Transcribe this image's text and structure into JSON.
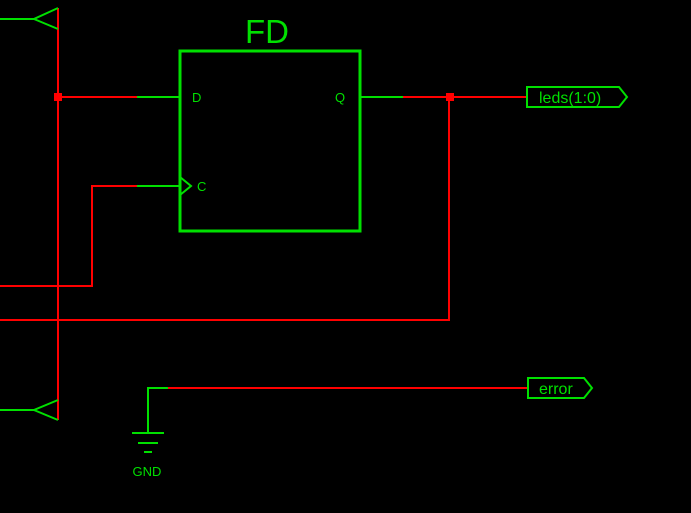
{
  "schematic": {
    "component": {
      "type": "FD",
      "pins": {
        "d": "D",
        "clock": "C",
        "q": "Q"
      }
    },
    "ports": {
      "output_leds": "leds(1:0)",
      "output_error": "error"
    },
    "ground": {
      "label": "GND"
    },
    "colors": {
      "background": "#000000",
      "component": "#00e000",
      "wire": "#ff0000"
    }
  }
}
